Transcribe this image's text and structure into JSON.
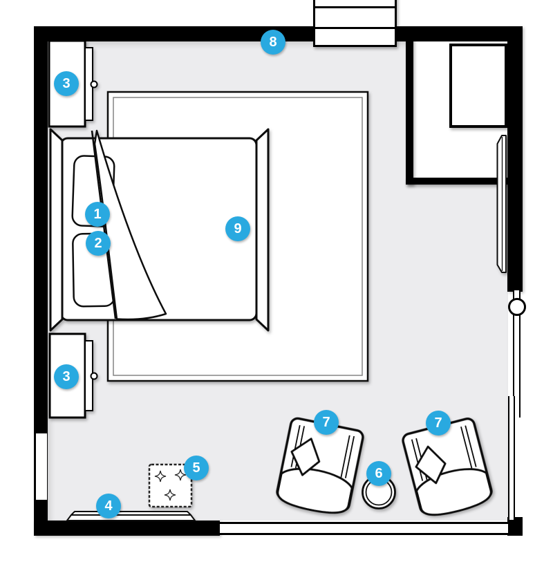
{
  "markers": [
    {
      "id": "marker-1",
      "label": "1"
    },
    {
      "id": "marker-2",
      "label": "2"
    },
    {
      "id": "marker-3-top",
      "label": "3"
    },
    {
      "id": "marker-3-bottom",
      "label": "3"
    },
    {
      "id": "marker-4",
      "label": "4"
    },
    {
      "id": "marker-5",
      "label": "5"
    },
    {
      "id": "marker-6",
      "label": "6"
    },
    {
      "id": "marker-7-left",
      "label": "7"
    },
    {
      "id": "marker-7-right",
      "label": "7"
    },
    {
      "id": "marker-8",
      "label": "8"
    },
    {
      "id": "marker-9",
      "label": "9"
    }
  ],
  "colors": {
    "marker_blue": "#29a9e0",
    "wall_black": "#000000",
    "floor_gray": "#ececee",
    "outline_dark": "#111111"
  }
}
